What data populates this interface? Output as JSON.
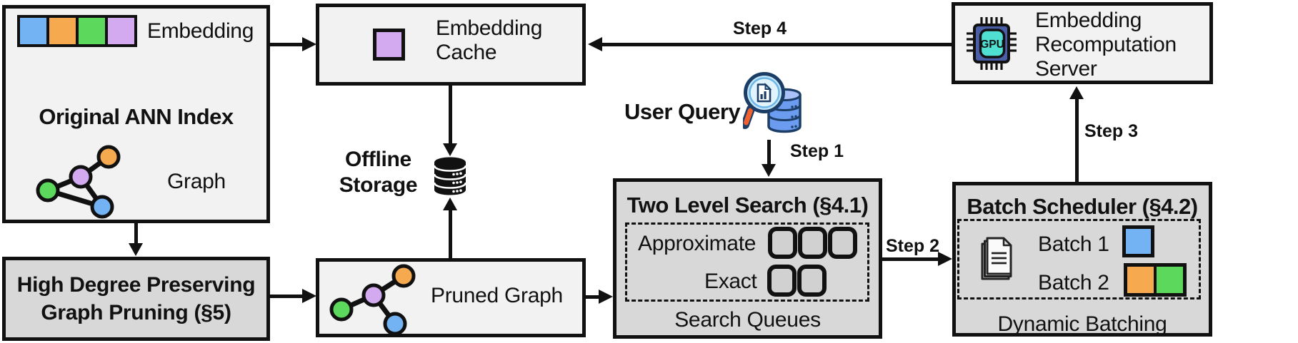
{
  "colors": {
    "box_fill_light": "#f2f2f2",
    "box_fill_dark": "#d8d8d8",
    "outline": "#111111",
    "embedding_blue": "#74b3f3",
    "embedding_orange": "#f6a94e",
    "embedding_green": "#5cd95c",
    "embedding_purple": "#d3a9f0",
    "gpu_body": "#4b5fa9",
    "gpu_core": "#4fe0d2",
    "query_outline": "#1c3e66",
    "query_lens": "#c4e7fb",
    "query_handle": "#f2612d",
    "query_database": "#6b9cf0"
  },
  "icons": {
    "embedding_vector": "four-color-squares",
    "graph": "node-link-graph",
    "cached_embedding": "purple-square",
    "offline_storage": "database-cylinder",
    "user_query": "magnifier-over-database",
    "search_queue_slot": "rounded-square",
    "batches": "stacked-documents",
    "gpu_chip": "gpu-processor-chip"
  },
  "original_ann_index": {
    "embedding_label": "Embedding",
    "title": "Original ANN Index",
    "graph_label": "Graph"
  },
  "high_degree_pruning": {
    "line1": "High Degree Preserving",
    "line2": "Graph Pruning (§5)"
  },
  "embedding_cache": {
    "line1": "Embedding",
    "line2": "Cache"
  },
  "offline_storage": {
    "line1": "Offline",
    "line2": "Storage"
  },
  "pruned_graph": {
    "label": "Pruned Graph"
  },
  "user_query": {
    "label": "User Query"
  },
  "two_level_search": {
    "title": "Two Level Search (§4.1)",
    "approximate_label": "Approximate",
    "exact_label": "Exact",
    "approximate_slots": 3,
    "exact_slots": 2,
    "footer": "Search Queues"
  },
  "batch_scheduler": {
    "title": "Batch Scheduler (§4.2)",
    "batch1_label": "Batch 1",
    "batch2_label": "Batch 2",
    "footer": "Dynamic Batching"
  },
  "recomputation_server": {
    "line1": "Embedding",
    "line2": "Recomputation",
    "line3": "Server",
    "chip_label": "GPU"
  },
  "steps": {
    "step1": "Step 1",
    "step2": "Step 2",
    "step3": "Step 3",
    "step4": "Step 4"
  }
}
